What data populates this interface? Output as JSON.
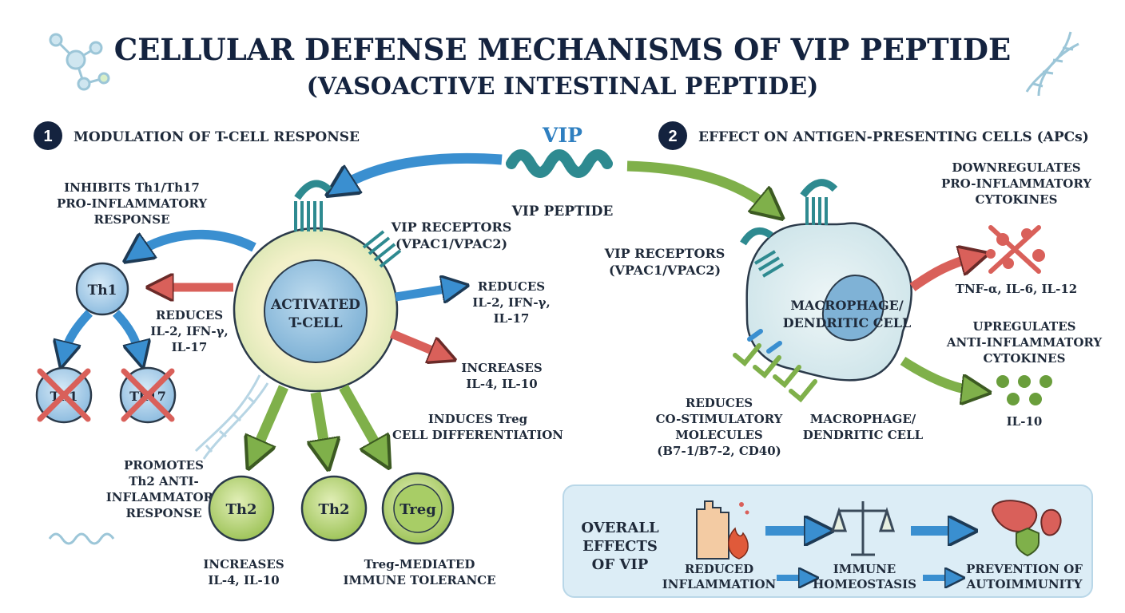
{
  "title": {
    "line1": "CELLULAR DEFENSE MECHANISMS OF VIP PEPTIDE",
    "line2": "(VASOACTIVE INTESTINAL PEPTIDE)"
  },
  "center": {
    "vip_label": "VIP",
    "vip_peptide_label": "VIP PEPTIDE"
  },
  "section1": {
    "number": "1",
    "heading": "MODULATION OF T-CELL RESPONSE",
    "inhibits": [
      "INHIBITS Th1/Th17",
      "PRO-INFLAMMATORY",
      "RESPONSE"
    ],
    "receptors": [
      "VIP RECEPTORS",
      "(VPAC1/VPAC2)"
    ],
    "tcell": [
      "ACTIVATED",
      "T-CELL"
    ],
    "th1": "Th1",
    "th1_crossed": "Th1",
    "th17_crossed": "Th17",
    "reduces_left": [
      "REDUCES",
      "IL-2, IFN-γ,",
      "IL-17"
    ],
    "reduces_right": [
      "REDUCES",
      "IL-2, IFN-γ,",
      "IL-17"
    ],
    "increases_right": [
      "INCREASES",
      "IL-4, IL-10"
    ],
    "induces_treg": [
      "INDUCES Treg",
      "CELL DIFFERENTIATION"
    ],
    "promotes_th2": [
      "PROMOTES",
      "Th2 ANTI-",
      "INFLAMMATORY",
      "RESPONSE"
    ],
    "th2_a": "Th2",
    "th2_b": "Th2",
    "treg": "Treg",
    "increases_bottom": [
      "INCREASES",
      "IL-4, IL-10"
    ],
    "treg_tolerance": [
      "Treg-MEDIATED",
      "IMMUNE TOLERANCE"
    ]
  },
  "section2": {
    "number": "2",
    "heading": "EFFECT ON ANTIGEN-PRESENTING CELLS (APCs)",
    "receptors": [
      "VIP RECEPTORS",
      "(VPAC1/VPAC2)"
    ],
    "macrophage": [
      "MACROPHAGE/",
      "DENDRITIC CELL"
    ],
    "down": [
      "DOWNREGULATES",
      "PRO-INFLAMMATORY",
      "CYTOKINES"
    ],
    "down_list": "TNF-α, IL-6, IL-12",
    "up": [
      "UPREGULATES",
      "ANTI-INFLAMMATORY",
      "CYTOKINES"
    ],
    "up_list": "IL-10",
    "costim": [
      "REDUCES",
      "CO-STIMULATORY",
      "MOLECULES",
      "(B7-1/B7-2, CD40)"
    ],
    "macrophage_bottom": [
      "MACROPHAGE/",
      "DENDRITIC CELL"
    ]
  },
  "overall": {
    "heading": [
      "OVERALL",
      "EFFECTS",
      "OF VIP"
    ],
    "steps": [
      [
        "REDUCED",
        "INFLAMMATION"
      ],
      [
        "IMMUNE",
        "HOMEOSTASIS"
      ],
      [
        "PREVENTION OF",
        "AUTOIMMUNITY"
      ]
    ]
  },
  "colors": {
    "navy": "#14233f",
    "arrow_blue": "#3a8fd0",
    "arrow_red": "#d9605a",
    "arrow_green": "#7fb04a",
    "teal": "#3aa2a6",
    "panel_bg": "#dcedf6"
  }
}
